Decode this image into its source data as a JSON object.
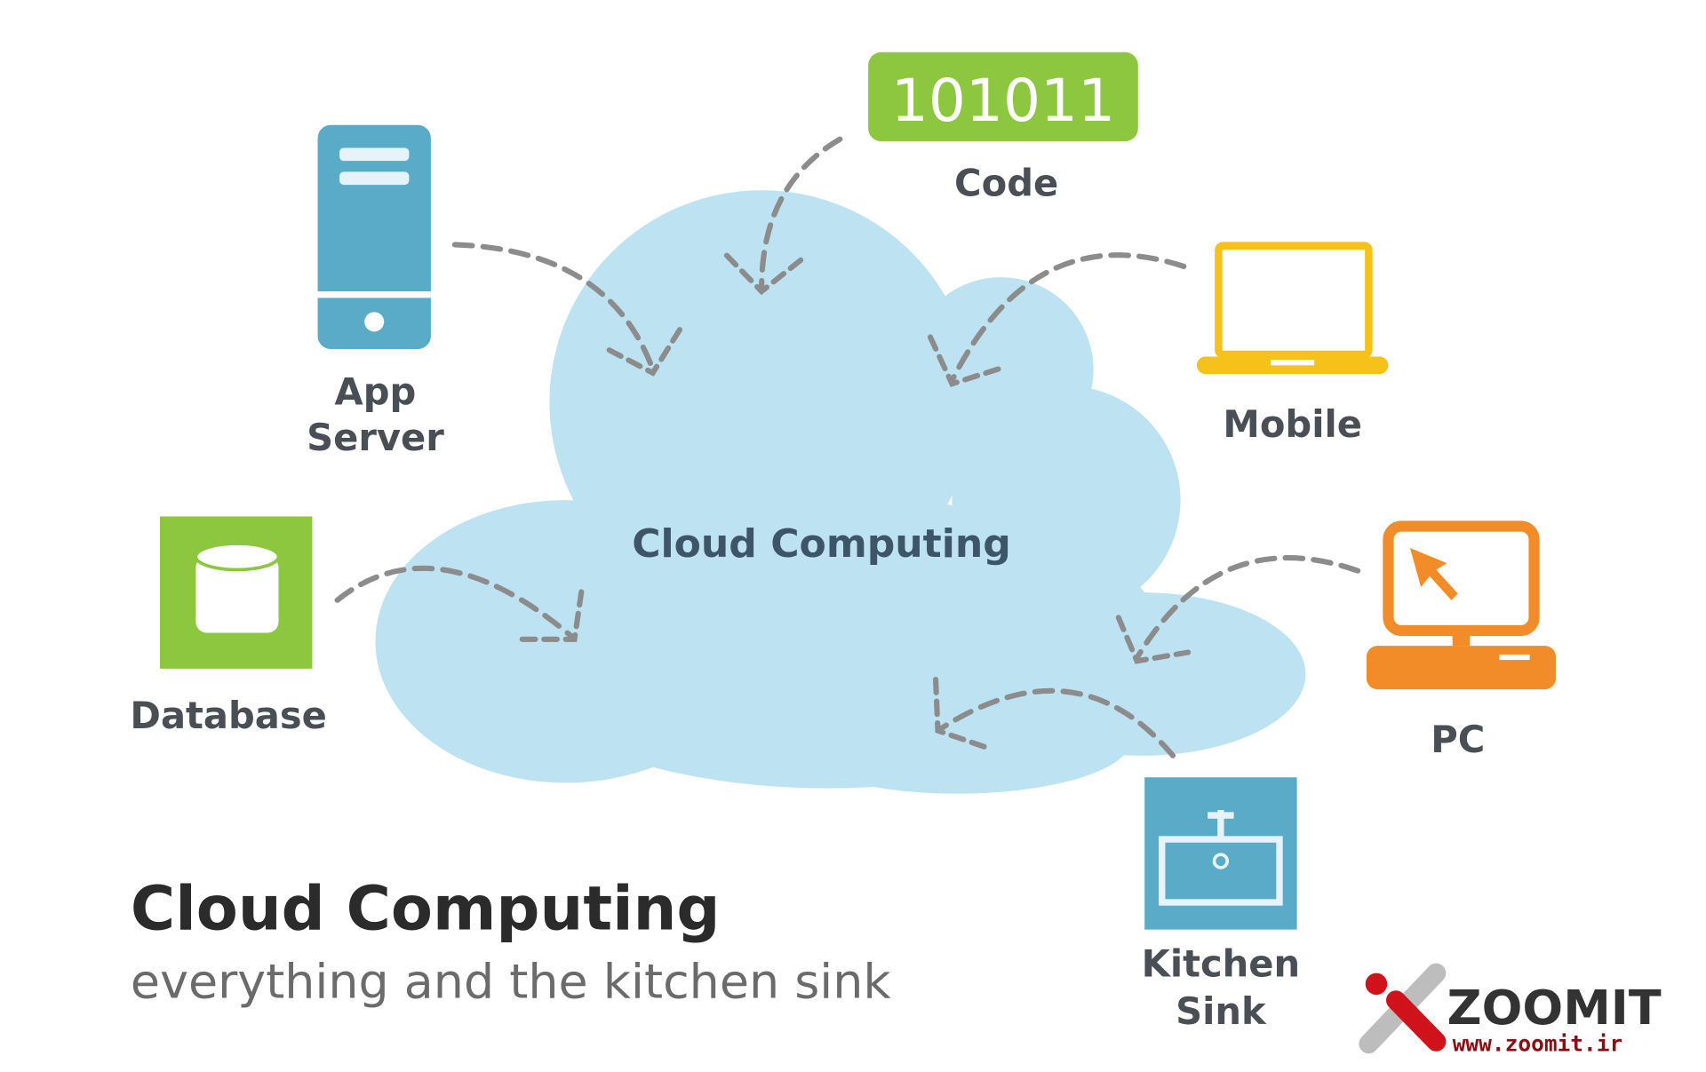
{
  "diagram": {
    "center_label": "Cloud Computing",
    "title": "Cloud Computing",
    "subtitle": "everything and the kitchen sink",
    "nodes": {
      "code": {
        "badge": "101011",
        "label": "Code"
      },
      "app_server": {
        "line1": "App",
        "line2": "Server"
      },
      "mobile": {
        "label": "Mobile"
      },
      "database": {
        "label": "Database"
      },
      "pc": {
        "label": "PC"
      },
      "kitchen_sink": {
        "line1": "Kitchen",
        "line2": "Sink"
      }
    }
  },
  "watermark": {
    "brand": "ZOOMIT",
    "url": "www.zoomit.ir"
  },
  "colors": {
    "cloud": "#bde3f2",
    "server": "#5aabc8",
    "code": "#8dc63f",
    "mobile": "#f6c21a",
    "database": "#8dc63f",
    "pc": "#f28c28",
    "sink": "#5aabc8",
    "arrow": "#8c8c8c"
  }
}
